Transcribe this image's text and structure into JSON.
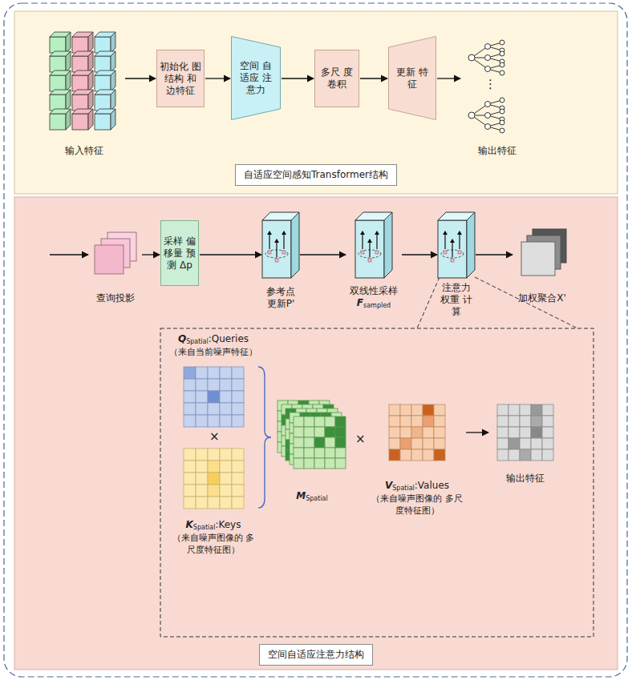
{
  "diagram": {
    "nodes": [
      {
        "text": [
          "自适应空间感知Transformer结构"
        ]
      },
      {
        "text": [
          "输入特征"
        ],
        "in": 0
      },
      {
        "text": [
          "初始化 图结构 和 边特征"
        ],
        "in": 0
      },
      {
        "text": [
          "空间 自适应 注意力"
        ],
        "in": 0
      },
      {
        "text": [
          "多尺 度 卷积"
        ],
        "in": 0
      },
      {
        "text": [
          "更新 特征"
        ],
        "in": 0
      },
      {
        "text": [
          "输出特征"
        ],
        "in": 0
      },
      {
        "text": [
          "空间自适应注意力结构"
        ]
      },
      {
        "text": [
          "查询投影"
        ],
        "in": 7
      },
      {
        "text": [
          "采样 偏移量 预测 Δp"
        ],
        "in": 7
      },
      {
        "text": [
          "参考点 更新P'"
        ],
        "in": 7
      },
      {
        "text": [
          "双线性采样",
          "F",
          "sampled"
        ],
        "in": 7
      },
      {
        "text": [
          "注意力 权重 计算"
        ],
        "in": 7
      },
      {
        "text": [
          "加权聚合X'"
        ],
        "in": 7
      },
      {
        "text": [
          "Q",
          "Spatial",
          ":Queries",
          "（来自当前噪声特征）"
        ],
        "in": 7
      },
      {
        "text": [
          "K",
          "Spatial",
          ":Keys",
          "（来自噪声图像的 多尺度特征图）"
        ],
        "in": 7
      },
      {
        "text": [
          "M",
          "Spatial"
        ],
        "in": 7
      },
      {
        "text": [
          "V",
          "Spatial",
          ":Values",
          "（来自噪声图像的 多尺度特征图）"
        ],
        "in": 7
      },
      {
        "text": [
          "输出特征"
        ],
        "in": 7
      }
    ],
    "edges": [
      {
        "from": 1,
        "to": 2,
        "arrow": "to"
      },
      {
        "from": 2,
        "to": 3,
        "arrow": "to"
      },
      {
        "from": 3,
        "to": 4,
        "arrow": "to"
      },
      {
        "from": 4,
        "to": 5,
        "arrow": "to"
      },
      {
        "from": 5,
        "to": 6,
        "arrow": "to"
      },
      {
        "from": 8,
        "to": 9,
        "arrow": "to"
      },
      {
        "from": 9,
        "to": 10,
        "arrow": "to"
      },
      {
        "from": 10,
        "to": 11,
        "arrow": "to"
      },
      {
        "from": 11,
        "to": 12,
        "arrow": "to"
      },
      {
        "from": 12,
        "to": 13,
        "arrow": "to"
      },
      {
        "from": 17,
        "to": 18,
        "arrow": "to"
      }
    ],
    "labels": [
      "⋮",
      "×",
      "×"
    ]
  }
}
